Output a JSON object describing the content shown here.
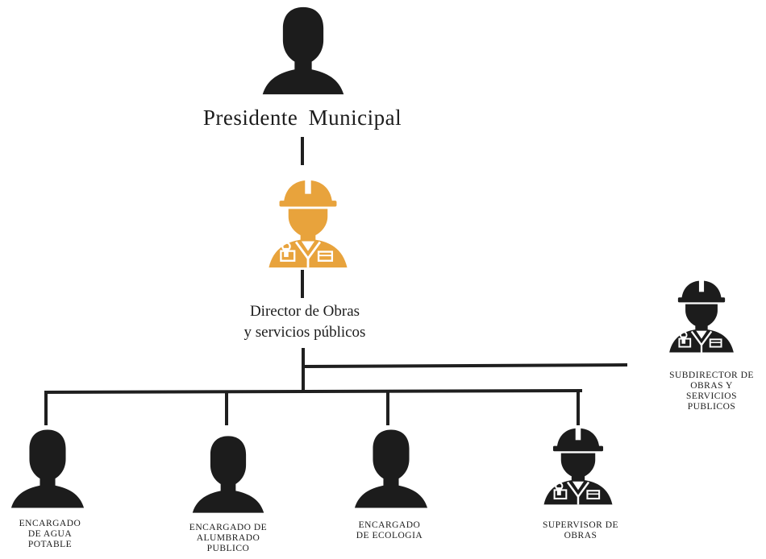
{
  "colors": {
    "line": "#1f1f1f",
    "person": "#1c1c1c",
    "director": "#e8a33c",
    "background": "#ffffff"
  },
  "nodes": {
    "president": {
      "label": "Presidente Municipal",
      "icon": "person-icon"
    },
    "director": {
      "lines": [
        "Director de Obras",
        "y servicios públicos"
      ],
      "icon": "worker-icon"
    },
    "subdirector": {
      "lines": [
        "SUBDIRECTOR DE",
        "OBRAS Y",
        "SERVICIOS",
        "PUBLICOS"
      ],
      "icon": "worker-icon"
    },
    "agua": {
      "lines": [
        "ENCARGADO",
        "DE AGUA",
        "POTABLE"
      ],
      "icon": "person-icon"
    },
    "alumbrado": {
      "lines": [
        "ENCARGADO DE",
        "ALUMBRADO",
        "PUBLICO"
      ],
      "icon": "person-icon"
    },
    "ecologia": {
      "lines": [
        "ENCARGADO",
        "DE ECOLOGIA"
      ],
      "icon": "person-icon"
    },
    "supervisor": {
      "lines": [
        "SUPERVISOR DE",
        "OBRAS"
      ],
      "icon": "worker-icon"
    }
  }
}
